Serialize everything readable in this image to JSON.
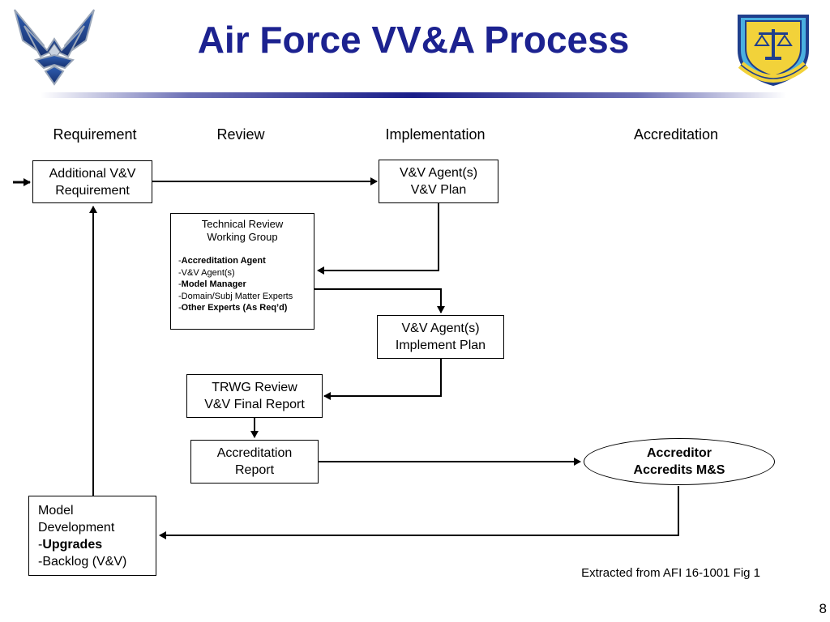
{
  "title": "Air Force VV&A Process",
  "columns": {
    "requirement": "Requirement",
    "review": "Review",
    "implementation": "Implementation",
    "accreditation": "Accreditation"
  },
  "boxes": {
    "additional_req": [
      "Additional V&V",
      "Requirement"
    ],
    "vv_plan": [
      "V&V Agent(s)",
      "V&V Plan"
    ],
    "trwg": {
      "title": [
        "Technical Review",
        "Working Group"
      ],
      "members": [
        {
          "prefix": "-",
          "text": "Accreditation Agent",
          "bold": true
        },
        {
          "prefix": "-",
          "text": "V&V Agent(s)",
          "bold": false
        },
        {
          "prefix": "-",
          "text": "Model Manager",
          "bold": true
        },
        {
          "prefix": "-",
          "text": "Domain/Subj Matter Experts",
          "bold": false
        },
        {
          "prefix": "-",
          "text": "Other Experts (As Req’d)",
          "bold": true
        }
      ]
    },
    "implement_plan": [
      "V&V Agent(s)",
      "Implement Plan"
    ],
    "trwg_review": [
      "TRWG Review",
      "V&V Final Report"
    ],
    "accreditation_report": [
      "Accreditation",
      "Report"
    ],
    "accreditor": [
      "Accreditor",
      "Accredits M&S"
    ],
    "model_dev": {
      "line1": "Model",
      "line2": "Development",
      "line3_prefix": "-",
      "line3_bold": "Upgrades",
      "line4": "-Backlog (V&V)"
    }
  },
  "source": "Extracted from AFI 16-1001 Fig 1",
  "page_number": "8",
  "colors": {
    "title": "#1c2290",
    "rule_dark": "#1a1e8a",
    "emblem_blue": "#1f3e8c"
  },
  "icons": [
    "air-force-wings-logo-icon",
    "operational-test-evaluation-center-emblem-icon"
  ]
}
